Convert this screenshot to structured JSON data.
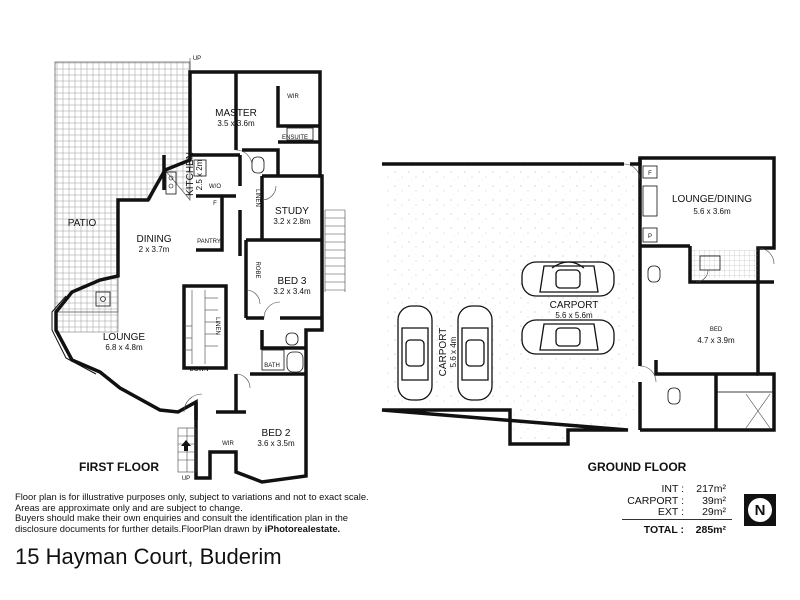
{
  "first_floor": {
    "title": "FIRST FLOOR",
    "rooms": {
      "master": {
        "name": "MASTER",
        "size": "3.5 x 3.6m"
      },
      "wir_master": {
        "name": "WIR"
      },
      "ensuite": {
        "name": "ENSUITE"
      },
      "kitchen": {
        "name": "KITCHEN",
        "size": "2.5 x 2m"
      },
      "wo": {
        "name": "W/O"
      },
      "fridge": {
        "name": "F"
      },
      "pantry": {
        "name": "PANTRY"
      },
      "linen1": {
        "name": "LINEN"
      },
      "study": {
        "name": "STUDY",
        "size": "3.2 x 2.8m"
      },
      "patio": {
        "name": "PATIO"
      },
      "dining": {
        "name": "DINING",
        "size": "2 x 3.7m"
      },
      "robe": {
        "name": "ROBE"
      },
      "bed3": {
        "name": "BED 3",
        "size": "3.2 x 3.4m"
      },
      "lounge": {
        "name": "LOUNGE",
        "size": "6.8 x 4.8m"
      },
      "linen2": {
        "name": "LINEN"
      },
      "bath": {
        "name": "BATH"
      },
      "wir_bed2": {
        "name": "WIR"
      },
      "bed2": {
        "name": "BED 2",
        "size": "3.6 x 3.5m"
      }
    },
    "stair_up_top": "UP",
    "stair_up_bottom": "UP",
    "stair_down": "DOWN"
  },
  "ground_floor": {
    "title": "GROUND FLOOR",
    "rooms": {
      "lounge_dining": {
        "name": "LOUNGE/DINING",
        "size": "5.6 x 3.6m"
      },
      "fridge": {
        "name": "F"
      },
      "pantry": {
        "name": "P"
      },
      "carport_main": {
        "name": "CARPORT",
        "size": "5.6 x 5.6m"
      },
      "carport_side": {
        "name": "CARPORT",
        "size": "5.6 x 4m"
      },
      "bed": {
        "name": "BED",
        "size": "4.7 x 3.9m"
      }
    }
  },
  "disclaimer": {
    "line1": "Floor plan is for illustrative purposes only, subject to variations and not to exact scale.",
    "line2": "Areas are approximate only and are subject to change.",
    "line3": "Buyers should make their own enquiries and consult the identification plan in the",
    "line4_prefix": "disclosure documents for further details.FloorPlan drawn by ",
    "line4_brand": "iPhotorealestate."
  },
  "areas": {
    "int_label": "INT :",
    "int_value": "217m²",
    "carport_label": "CARPORT :",
    "carport_value": "39m²",
    "ext_label": "EXT :",
    "ext_value": "29m²",
    "total_label": "TOTAL :",
    "total_value": "285m²"
  },
  "compass_letter": "N",
  "address": "15 Hayman Court, Buderim"
}
